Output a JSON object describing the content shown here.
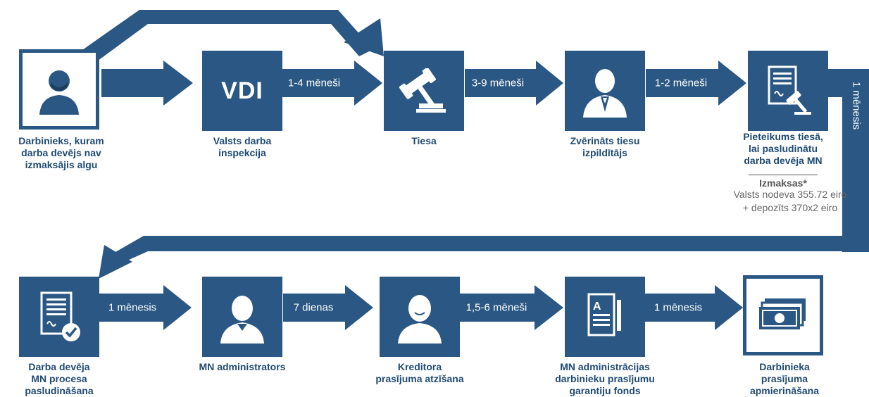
{
  "colors": {
    "primary": "#2a5783",
    "label": "#1f4a73",
    "muted": "#666666"
  },
  "nodes": [
    {
      "id": "employee",
      "icon": "worker-avatar-icon",
      "label": "Darbinieks, kuram\ndarba devējs nav\nizmaksājis algu"
    },
    {
      "id": "vdi",
      "icon_text": "VDI",
      "label": "Valsts darba\ninspekcija"
    },
    {
      "id": "court",
      "icon": "gavel-icon",
      "label": "Tiesa"
    },
    {
      "id": "bailiff",
      "icon": "bailiff-person-icon",
      "label": "Zvērināts tiesu\nizpildītājs"
    },
    {
      "id": "application",
      "icon": "document-gavel-icon",
      "label": "Pieteikums tiesā,\nlai pasludinātu\ndarba devēja MN"
    },
    {
      "id": "declaration",
      "icon": "document-check-icon",
      "label": "Darba devēja\nMN procesa\npasludināšana"
    },
    {
      "id": "administrator",
      "icon": "administrator-person-icon",
      "label": "MN administrators"
    },
    {
      "id": "creditor",
      "icon": "smiling-person-icon",
      "label": "Kreditora\nprasījuma atzīšana"
    },
    {
      "id": "fund",
      "icon": "form-document-icon",
      "label": "MN administrācijas\ndarbinieku prasījumu\ngarantiju fonds"
    },
    {
      "id": "satisfaction",
      "icon": "banknotes-icon",
      "label": "Darbinieka\nprasījuma\napmierināšana"
    }
  ],
  "durations": {
    "vdi_court": "1-4 mēneši",
    "court_bailiff": "3-9 mēneši",
    "bailiff_application": "1-2 mēneši",
    "application_declaration": "1 mēnesis",
    "declaration_admin": "1 mēnesis",
    "admin_creditor": "7 dienas",
    "creditor_fund": "1,5-6 mēneši",
    "fund_satisfaction": "1 mēnesis"
  },
  "costs": {
    "title": "Izmaksas*",
    "line1": "Valsts nodeva 355.72 eiro",
    "line2": "+ depozīts 370x2 eiro"
  }
}
